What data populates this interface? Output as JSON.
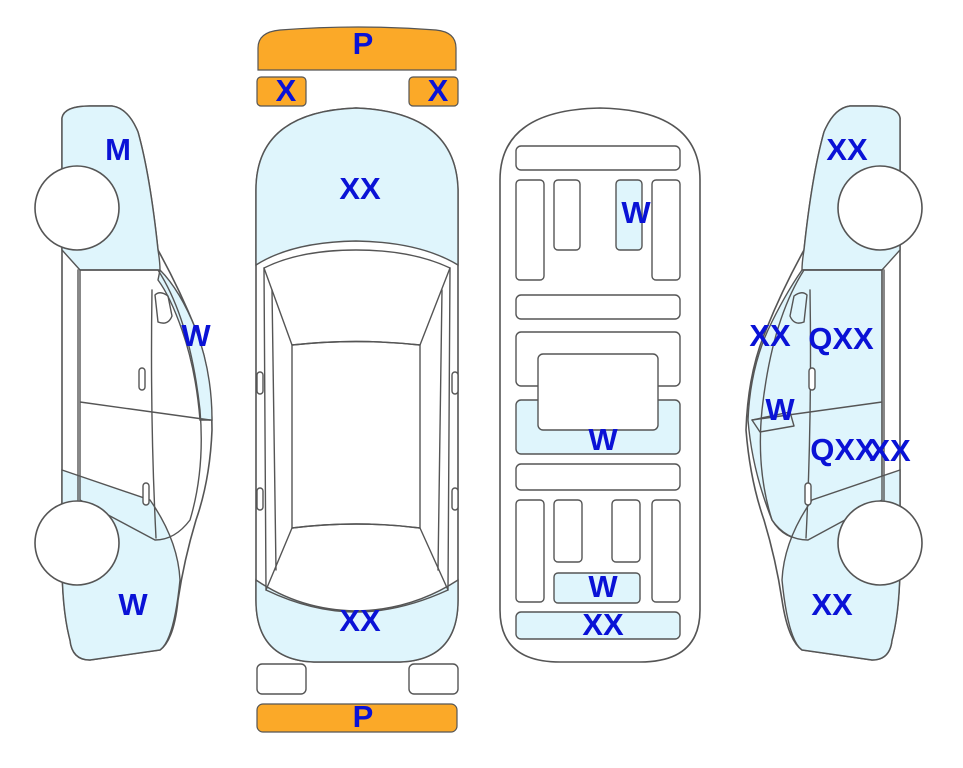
{
  "colors": {
    "damage_fill": "#dff5fc",
    "bumper_orange": "#fba928",
    "label_blue": "#0a12d6",
    "outline": "#555555"
  },
  "labels": {
    "front_bumper": "P",
    "front_left_light": "X",
    "front_right_light": "X",
    "hood": "XX",
    "rear_trunk": "XX",
    "rear_bumper": "P",
    "left_front_fender": "M",
    "left_door": "W",
    "left_rear_quarter": "W",
    "interior_rear_seat": "W",
    "interior_center": "W",
    "interior_trunk_top": "W",
    "interior_trunk_bottom": "XX",
    "right_front_fender": "XX",
    "right_pillar": "XX",
    "right_front_door": "QXX",
    "right_mirror": "W",
    "right_rear_door": "QXX",
    "right_rear_door_extra": "XX",
    "right_rear_quarter": "XX"
  }
}
